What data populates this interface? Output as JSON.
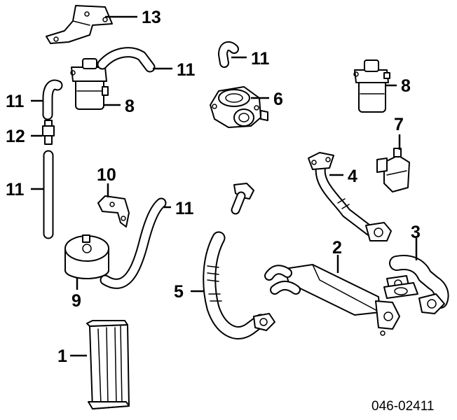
{
  "figure_code": "046-02411",
  "callouts": {
    "c1": "1",
    "c2": "2",
    "c3": "3",
    "c4": "4",
    "c5": "5",
    "c6": "6",
    "c7": "7",
    "c8a": "8",
    "c8b": "8",
    "c9": "9",
    "c10": "10",
    "c11a": "11",
    "c11b": "11",
    "c11c": "11",
    "c11d": "11",
    "c11e": "11",
    "c12": "12",
    "c13": "13"
  }
}
